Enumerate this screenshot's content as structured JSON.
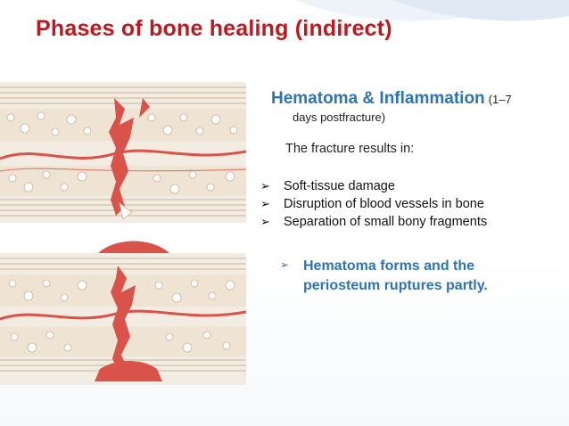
{
  "slide": {
    "title": "Phases of bone healing (indirect)",
    "heading": "Hematoma & Inflammation",
    "heading_suffix": "(1–7",
    "heading_subline": "days postfracture)",
    "intro": "The fracture results in:",
    "bullets": [
      "Soft-tissue damage",
      "Disruption of blood vessels in bone",
      "Separation of small bony fragments"
    ],
    "sub_bullet": "Hematoma forms and the periosteum ruptures partly.",
    "bullet_glyph": "➢"
  },
  "colors": {
    "title": "#c0181f",
    "accent_blue": "#2e74b5",
    "hematoma": "#d9534a",
    "bone_cortex": "#e8d9c6",
    "marrow": "#efe4d4"
  },
  "illustrations": [
    {
      "name": "fracture-hematoma-diagram",
      "stage": "hematoma"
    },
    {
      "name": "fracture-periosteum-rupture-diagram",
      "stage": "periosteum-rupture"
    }
  ]
}
